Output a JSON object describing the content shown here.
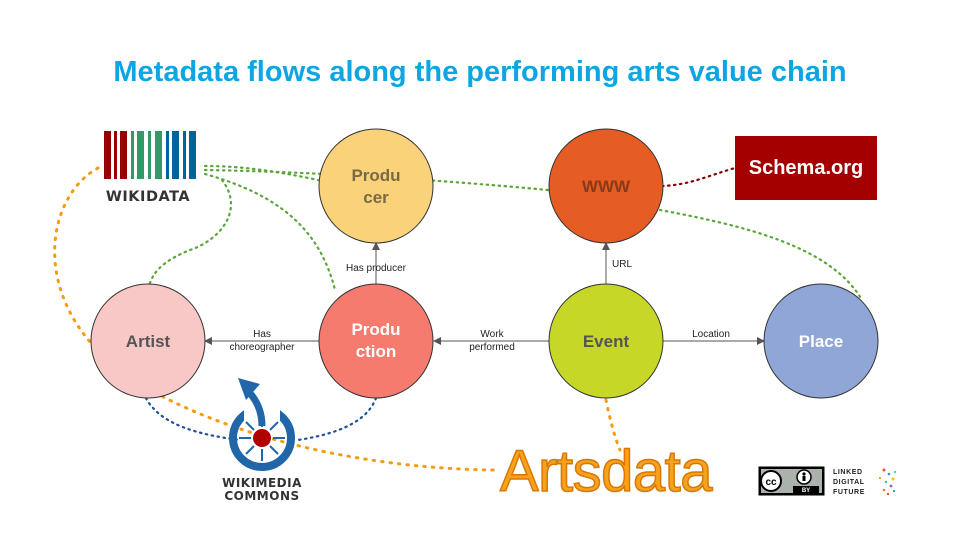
{
  "title": "Metadata flows along the performing arts value chain",
  "nodes": {
    "producer": {
      "line1": "Produ",
      "line2": "cer",
      "color": "#fad27a"
    },
    "www": {
      "label": "WWW",
      "color": "#e55c24"
    },
    "artist": {
      "label": "Artist",
      "color": "#f7c8c6"
    },
    "production": {
      "line1": "Produ",
      "line2": "ction",
      "color": "#f47b6e"
    },
    "event": {
      "label": "Event",
      "color": "#c6d728"
    },
    "place": {
      "label": "Place",
      "color": "#8fa6d6"
    }
  },
  "edges": {
    "has_producer": "Has producer",
    "url": "URL",
    "has_choreographer": {
      "line1": "Has",
      "line2": "choreographer"
    },
    "work_performed": {
      "line1": "Work",
      "line2": "performed"
    },
    "location": "Location"
  },
  "logos": {
    "wikidata": "WIKIDATA",
    "wikimedia_commons": {
      "line1": "WIKIMEDIA",
      "line2": "COMMONS"
    },
    "schema_org": "Schema.org",
    "artsdata": "Artsdata",
    "linked_digital_future": {
      "line1": "LINKED",
      "line2": "DIGITAL",
      "line3": "FUTURE"
    },
    "cc_by": {
      "cc": "cc",
      "by": "BY"
    }
  },
  "colors": {
    "title": "#0ea5e3",
    "green_dots": "#5aa63a",
    "orange_dots": "#f39c12",
    "blue_dots": "#1f4e9c",
    "dark_red_dots": "#8b0000",
    "schema_bg": "#a50000",
    "wikimedia_blue": "#2166a8",
    "wikimedia_red": "#b00000"
  }
}
